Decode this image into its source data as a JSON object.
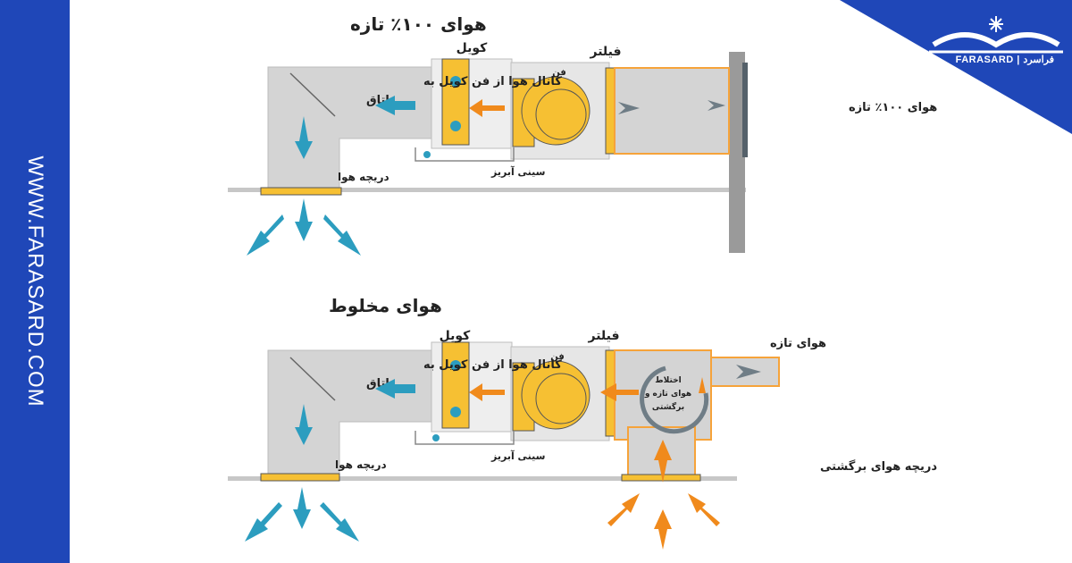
{
  "sidebar": {
    "website": "WWW.FARASARD.COM"
  },
  "brand": {
    "logo_text": "FARASARD | فراسرد"
  },
  "colors": {
    "blue_band": "#1f47b8",
    "duct": "#d4d4d4",
    "yellow": "#f6c033",
    "orange_arrow": "#f08a1c",
    "teal_arrow": "#2c9dbf",
    "grey_arrow": "#6f7d86",
    "orange_outline": "#f6a33a"
  },
  "diagram_fresh": {
    "title": "هوای ۱۰۰٪ تازه",
    "coil": "کویل",
    "filter": "فیلتر",
    "fan": "فن",
    "duct_to_room_line1": "کانال هوا از فن کویل به",
    "duct_to_room_line2": "اتاق",
    "drain_pan": "سینی آبریز",
    "diffuser": "دریچه هوا",
    "fresh_air_inlet": "هوای ۱۰۰٪ تازه"
  },
  "diagram_mixed": {
    "title": "هوای مخلوط",
    "coil": "کویل",
    "filter": "فیلتر",
    "fan": "فن",
    "duct_to_room_line1": "کانال هوا از فن کویل به",
    "duct_to_room_line2": "اتاق",
    "drain_pan": "سینی آبریز",
    "diffuser": "دریچه هوا",
    "fresh_air": "هوای تازه",
    "mixing_line1": "اختلاط",
    "mixing_line2": "هوای تازه و",
    "mixing_line3": "برگشتی",
    "return_grille": "دریچه هوای برگشتی"
  }
}
